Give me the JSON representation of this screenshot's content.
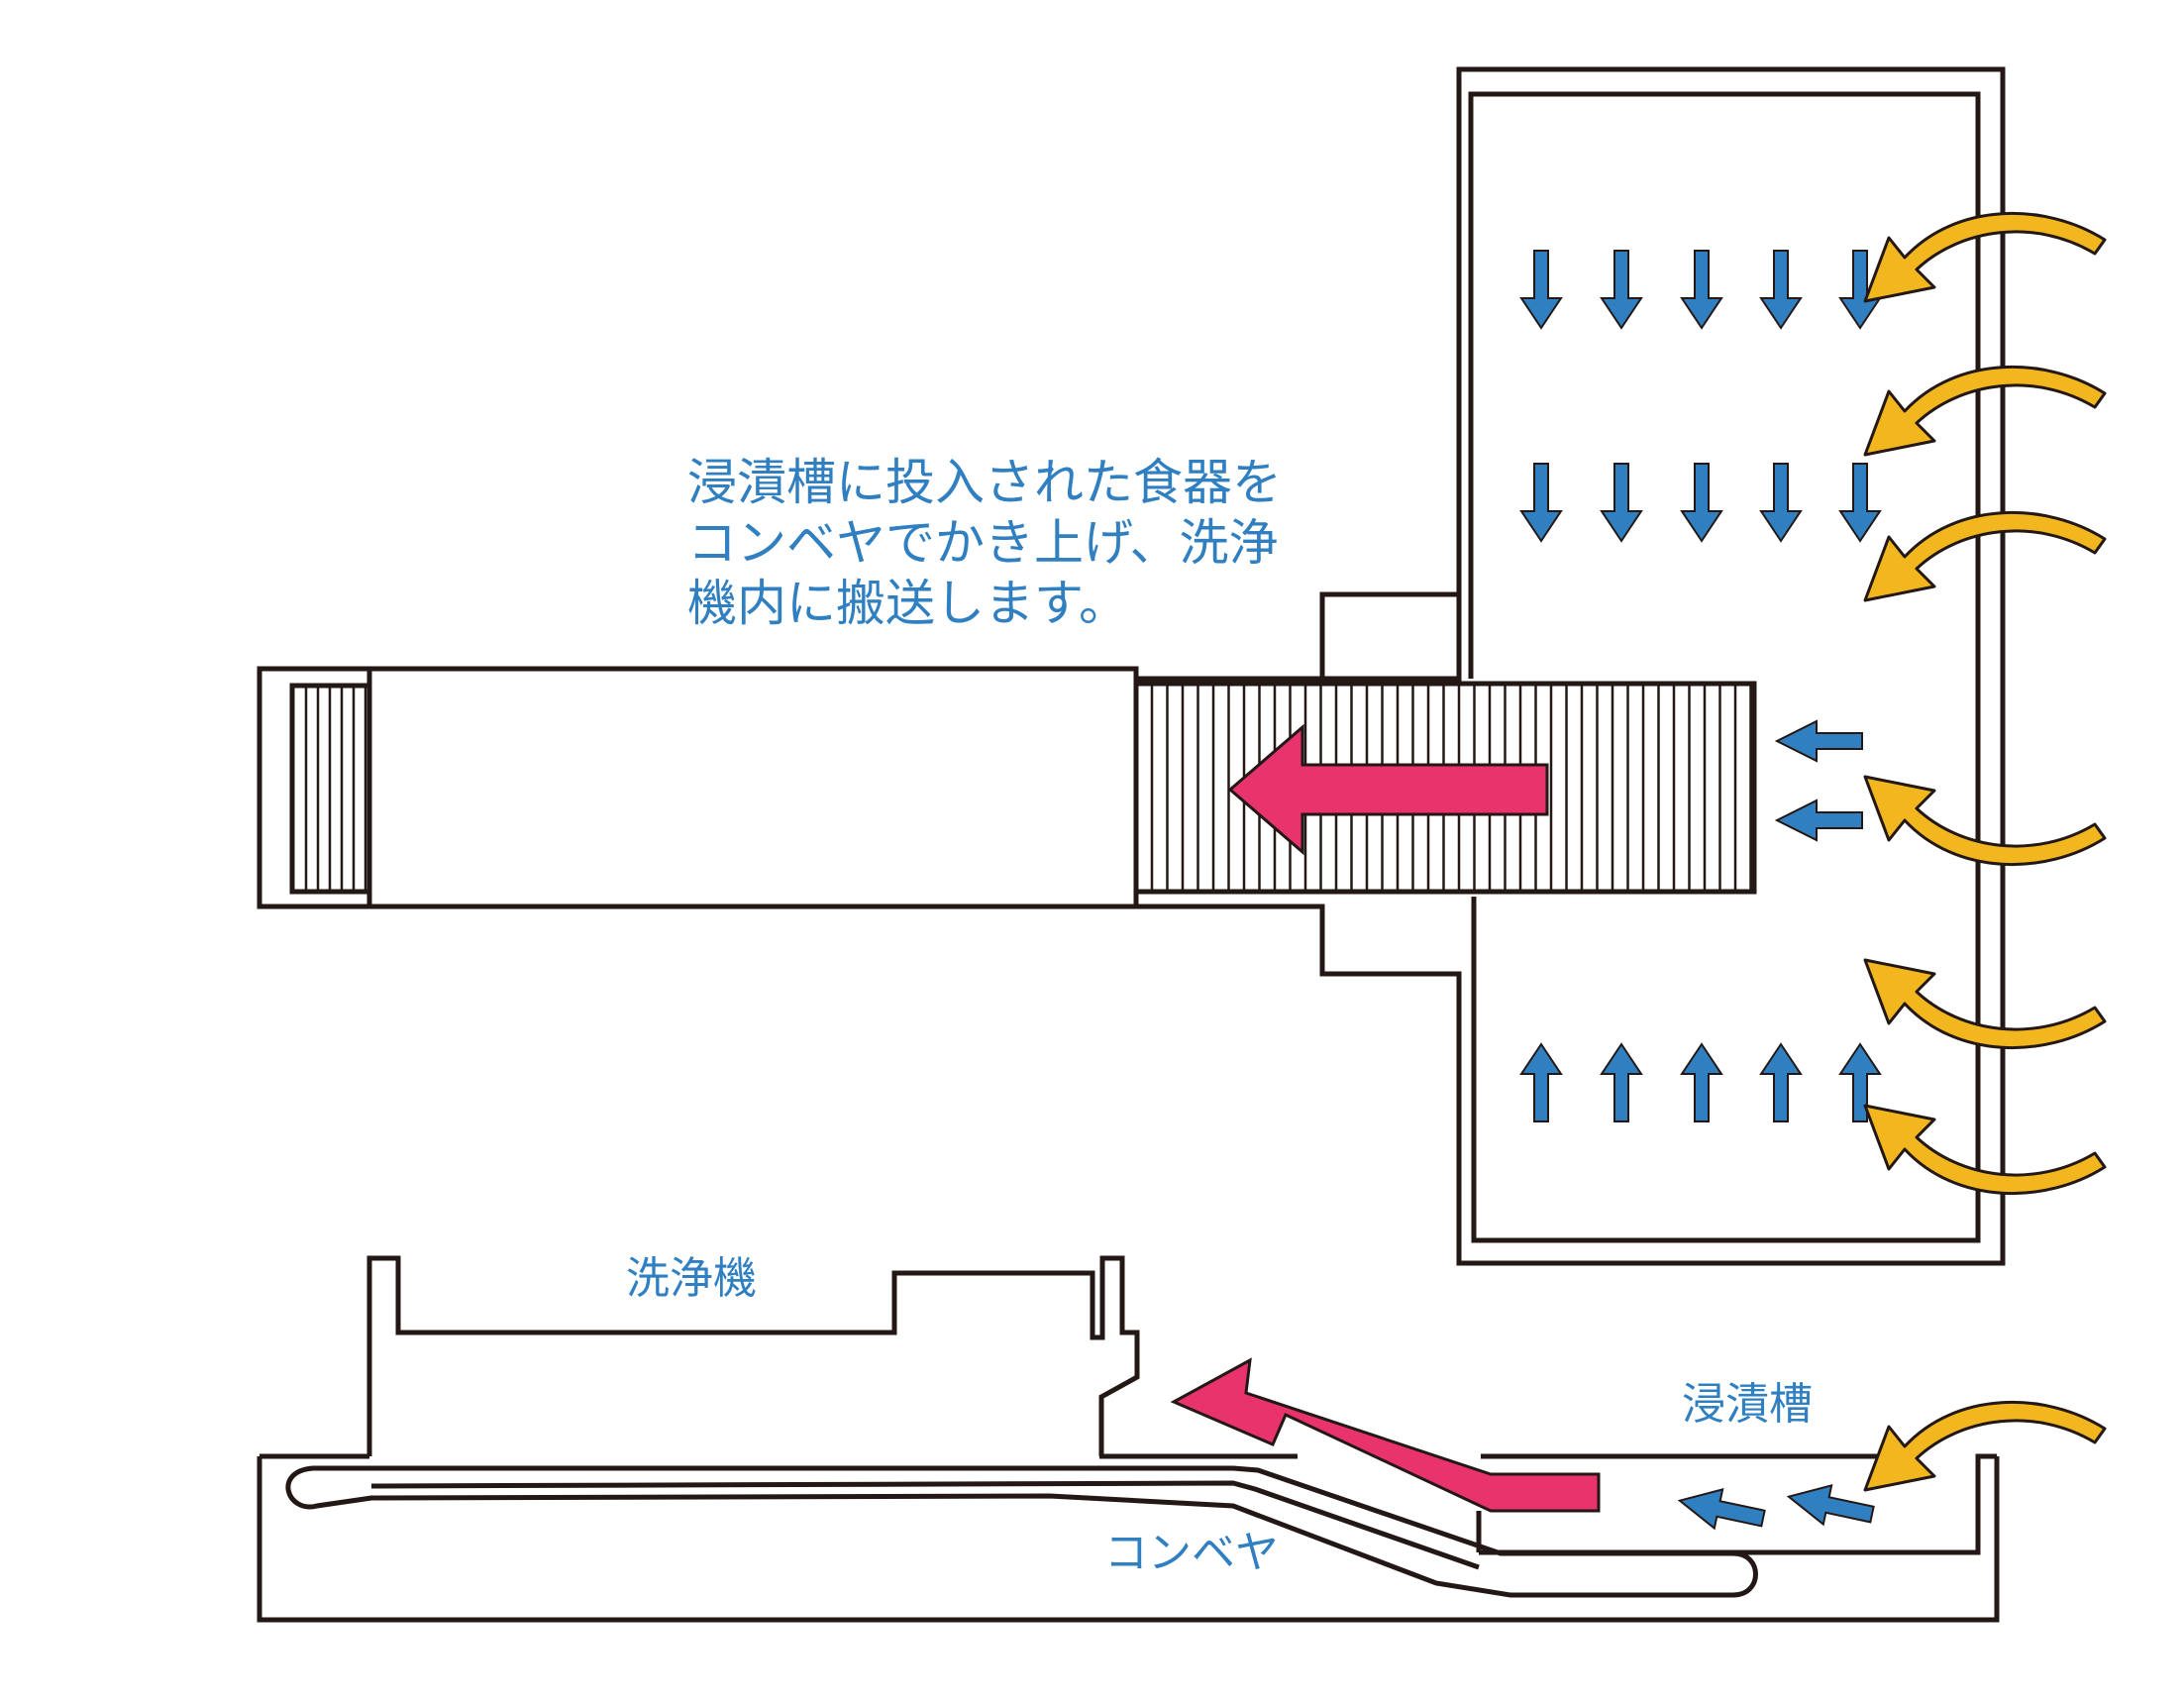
{
  "description_lines": [
    "浸漬槽に投入された食器を",
    "コンベヤでかき上げ、洗浄",
    "機内に搬送します。"
  ],
  "labels": {
    "washer": "洗浄機",
    "soak_tank": "浸漬槽",
    "conveyor": "コンベヤ"
  },
  "colors": {
    "outline": "#231815",
    "water_flow": "#2f7fc1",
    "inflow": "#f2b71f",
    "conveyor_flow": "#e8336d",
    "text": "#2f7fc1"
  },
  "icons": {
    "water_arrow": "arrow-icon",
    "inflow_arrow": "curved-arrow-icon",
    "conveyor_arrow": "arrow-icon"
  }
}
